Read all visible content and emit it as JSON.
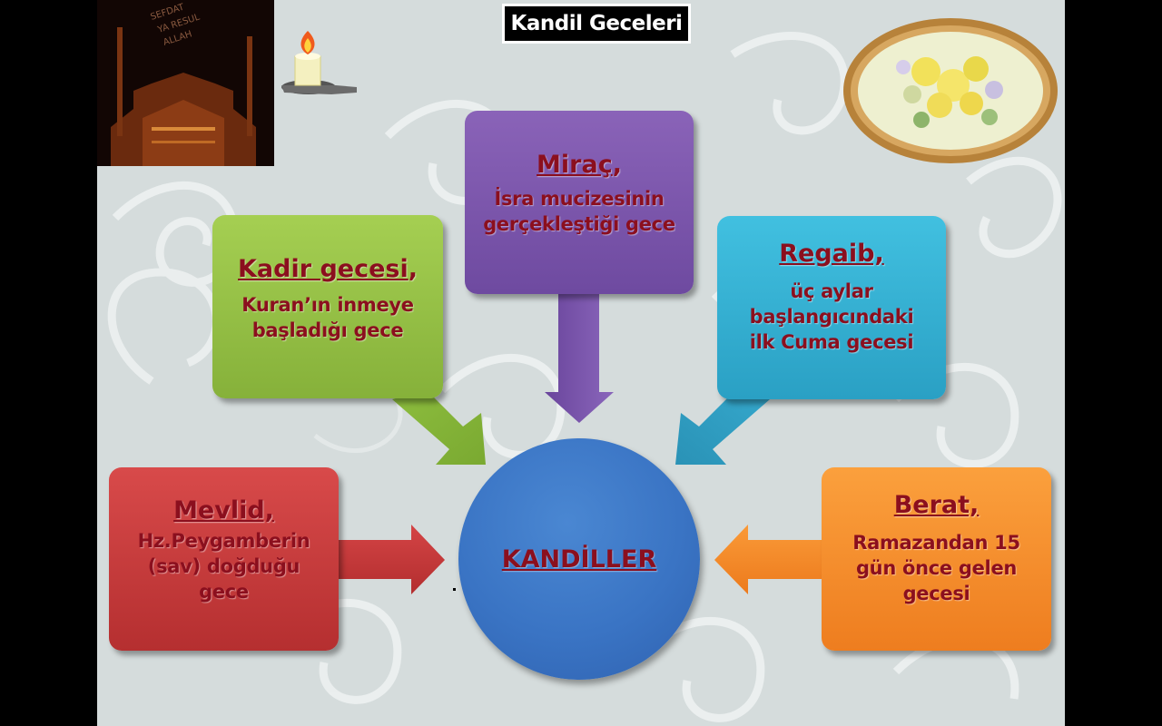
{
  "slide": {
    "title": "Kandil Geceleri"
  },
  "center": {
    "label": "KANDİLLER"
  },
  "boxes": {
    "mirac": {
      "heading": "Miraç",
      "suffix": " ,",
      "lines": [
        "İsra mucizesinin",
        "gerçekleştiği gece"
      ],
      "color": "#7a55ac"
    },
    "kadir": {
      "heading": "Kadir gecesi",
      "suffix": ",",
      "lines": [
        "Kuran’ın inmeye",
        "başladığı gece"
      ],
      "color": "#97c245"
    },
    "regaib": {
      "heading": "Regaib,",
      "suffix": "",
      "lines": [
        "üç aylar",
        "başlangıcındaki",
        "ilk Cuma gecesi"
      ],
      "color": "#35b0d4"
    },
    "mevlid": {
      "heading": "Mevlid,",
      "suffix": "",
      "lines": [
        "Hz.Peygamberin",
        "(sav) doğduğu",
        "gece"
      ],
      "color": "#c83c3d"
    },
    "berat": {
      "heading": "Berat,",
      "suffix": "",
      "lines": [
        "Ramazandan 15",
        "gün önce gelen",
        "gecesi"
      ],
      "color": "#f58d2c"
    }
  },
  "icons": [
    "mosque-photo",
    "candle-icon",
    "flower-frame-image"
  ]
}
